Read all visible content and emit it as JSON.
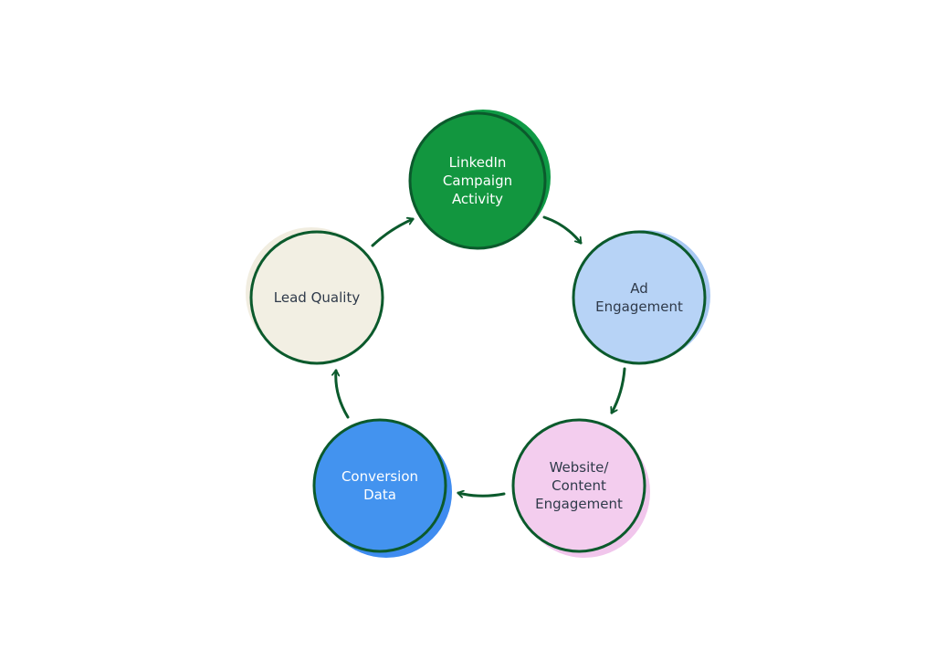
{
  "diagram": {
    "nodes": [
      {
        "id": "linkedin",
        "lines": [
          "LinkedIn",
          "Campaign",
          "Activity"
        ],
        "fill": "#12963f",
        "shadow": "#0f9a45",
        "text_color": "#ffffff"
      },
      {
        "id": "ad",
        "lines": [
          "Ad",
          "Engagement"
        ],
        "fill": "#b7d3f6",
        "shadow": "#a9c9f3",
        "text_color": "#2f3a4a"
      },
      {
        "id": "website",
        "lines": [
          "Website/",
          "Content",
          "Engagement"
        ],
        "fill": "#f3cdee",
        "shadow": "#f1c6ec",
        "text_color": "#2f3a4a"
      },
      {
        "id": "conversion",
        "lines": [
          "Conversion",
          "Data"
        ],
        "fill": "#4393ef",
        "shadow": "#3f8cf0",
        "text_color": "#ffffff"
      },
      {
        "id": "lead",
        "lines": [
          "Lead Quality"
        ],
        "fill": "#f2efe3",
        "shadow": "#f1ede0",
        "text_color": "#2f3a4a"
      }
    ],
    "stroke_color": "#0b5a2c",
    "arrow_color": "#0b5a2c"
  }
}
